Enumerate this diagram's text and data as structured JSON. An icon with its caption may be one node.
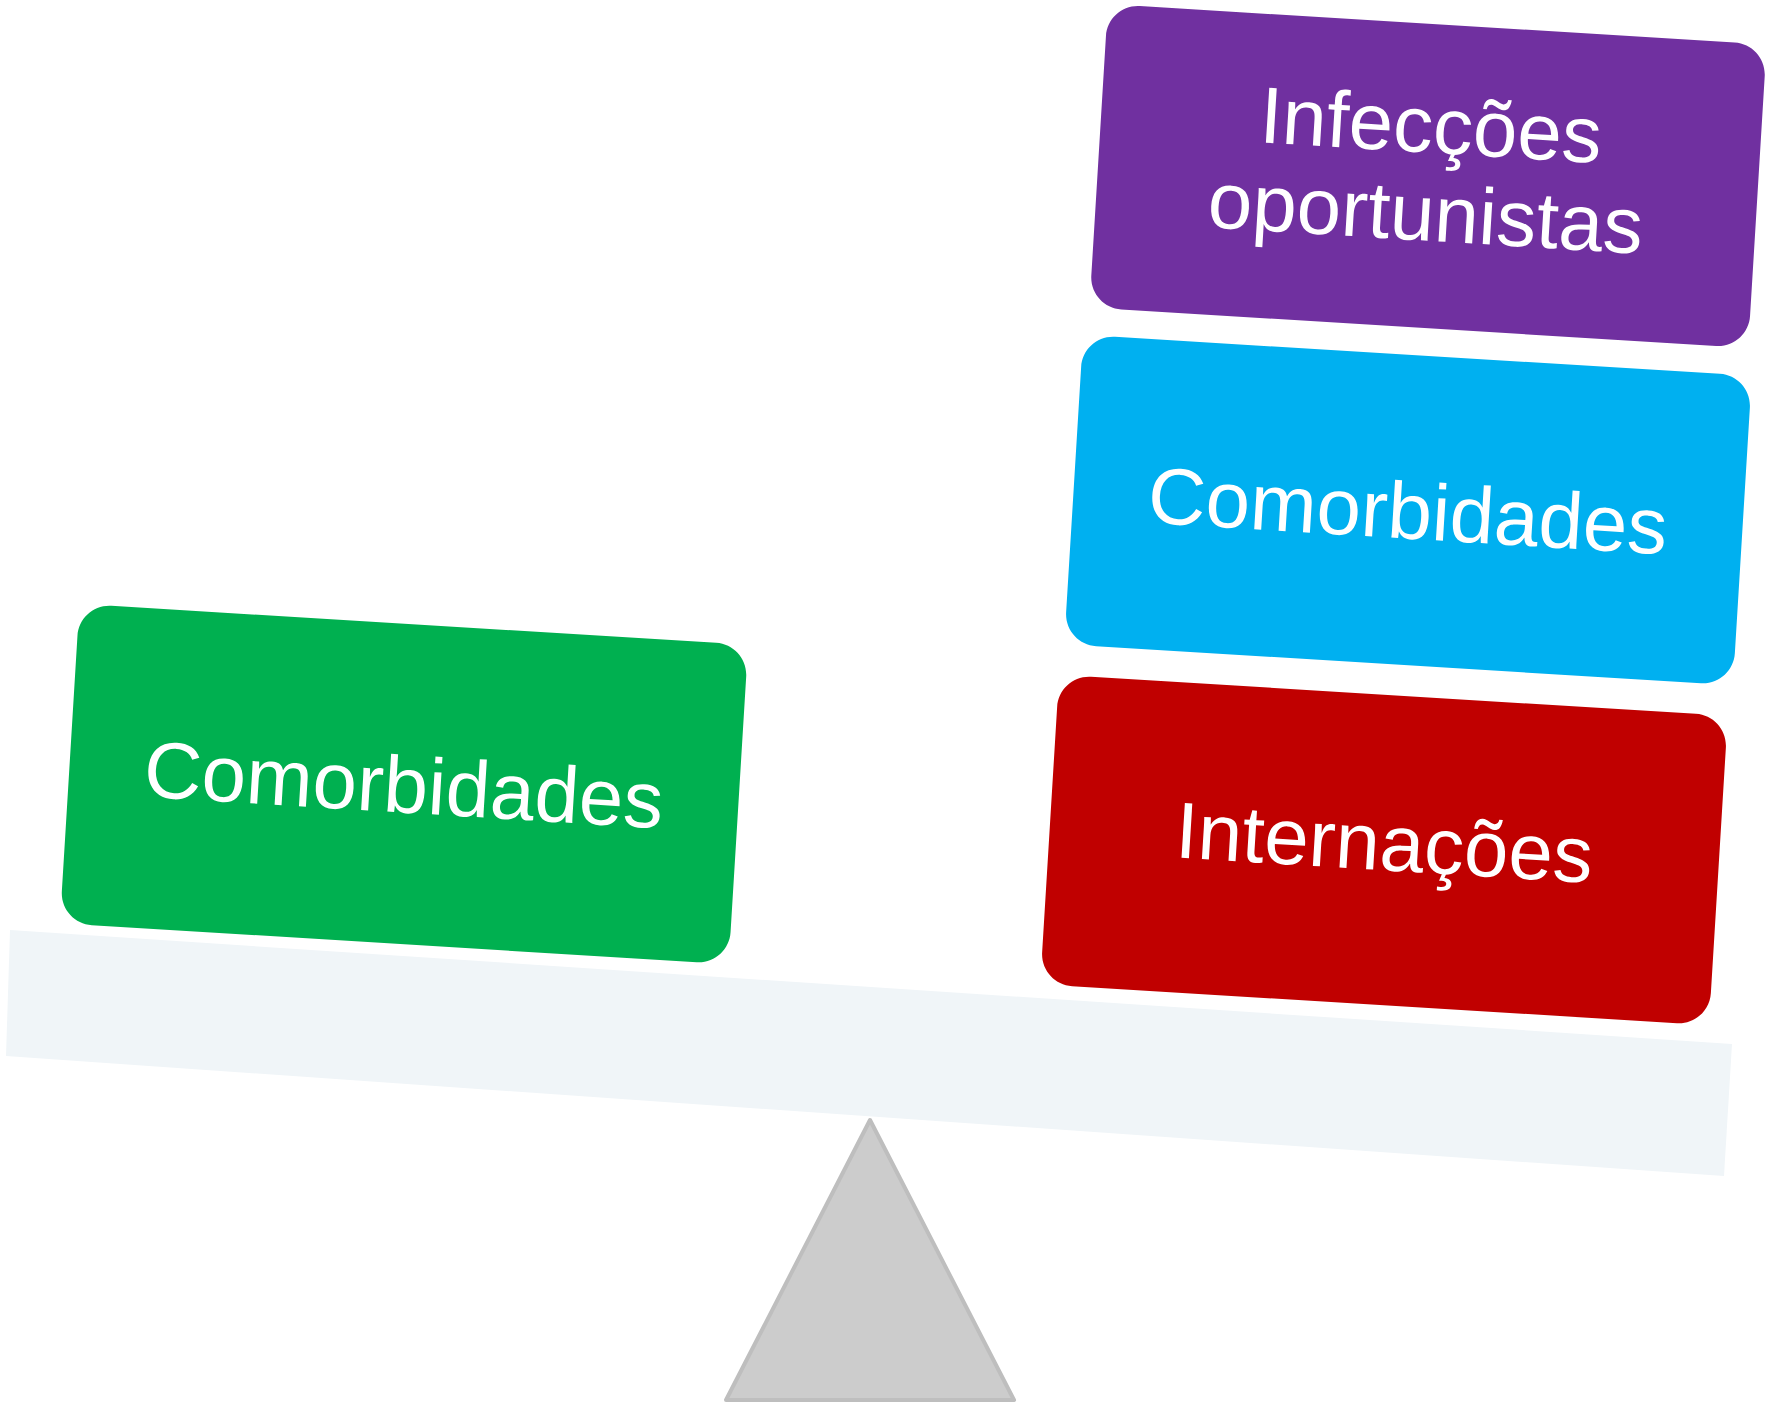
{
  "diagram": {
    "nodes": [
      {
        "text": [
          "Infecções oportunistas"
        ]
      },
      {
        "text": [
          "Comorbidades"
        ]
      },
      {
        "text": [
          "Comorbidades"
        ]
      },
      {
        "text": [
          "Internações"
        ]
      }
    ]
  }
}
